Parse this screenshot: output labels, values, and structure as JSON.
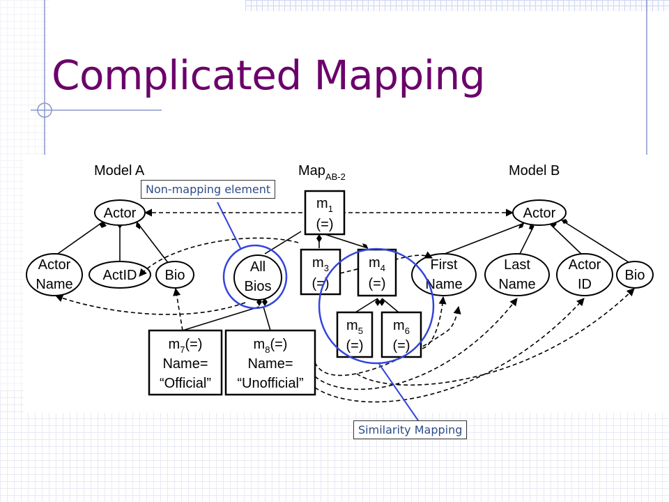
{
  "title": "Complicated Mapping",
  "diagram": {
    "model_a": {
      "heading": "Model A",
      "actor": "Actor",
      "actor_name": [
        "Actor",
        "Name"
      ],
      "act_id": "ActID",
      "bio": "Bio"
    },
    "map": {
      "heading_main": "Map",
      "heading_sub": "AB-2",
      "m1": {
        "name": "m",
        "sub": "1",
        "rel": "(=)"
      },
      "m3": {
        "name": "m",
        "sub": "3",
        "rel": "(=)"
      },
      "m4": {
        "name": "m",
        "sub": "4",
        "rel": "(=)"
      },
      "m5": {
        "name": "m",
        "sub": "5",
        "rel": "(=)"
      },
      "m6": {
        "name": "m",
        "sub": "6",
        "rel": "(=)"
      },
      "all_bios": [
        "All",
        "Bios"
      ],
      "m7": {
        "name": "m",
        "sub": "7",
        "rel": "(=)",
        "line2": "Name=",
        "line3": "“Official”"
      },
      "m8": {
        "name": "m",
        "sub": "8",
        "rel": "(=)",
        "line2": "Name=",
        "line3": "“Unofficial”"
      }
    },
    "model_b": {
      "heading": "Model B",
      "actor": "Actor",
      "first_name": [
        "First",
        "Name"
      ],
      "last_name": [
        "Last",
        "Name"
      ],
      "actor_id": [
        "Actor",
        "ID"
      ],
      "bio": "Bio"
    }
  },
  "callouts": {
    "non_mapping": "Non-mapping element",
    "similarity": "Similarity Mapping"
  },
  "colors": {
    "title": "#6b006b",
    "highlight_circle": "#3344dd",
    "callout_text": "#2b4b8a"
  }
}
